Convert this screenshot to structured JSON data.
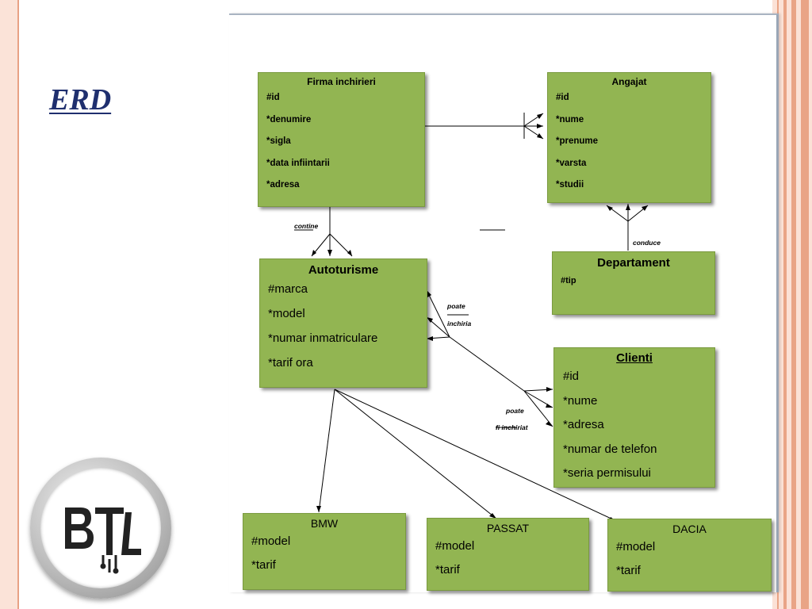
{
  "slide": {
    "title": "ERD"
  },
  "logo": {
    "text": "BTL"
  },
  "entities": {
    "firma": {
      "title": "Firma inchirieri",
      "attrs": [
        "#id",
        "*denumire",
        "*sigla",
        "*data infiintarii",
        "*adresa"
      ]
    },
    "angajat": {
      "title": "Angajat",
      "attrs": [
        "#id",
        "*nume",
        "*prenume",
        "*varsta",
        "*studii"
      ]
    },
    "autoturisme": {
      "title": "Autoturisme",
      "attrs": [
        "#marca",
        "*model",
        "*numar inmatriculare",
        "*tarif ora"
      ]
    },
    "departament": {
      "title": "Departament",
      "attrs": [
        "#tip"
      ]
    },
    "clienti": {
      "title": "Clienti",
      "attrs": [
        "#id",
        "*nume",
        "*adresa",
        "*numar de telefon",
        "*seria permisului"
      ]
    },
    "bmw": {
      "title": "BMW",
      "attrs": [
        "#model",
        "*tarif"
      ]
    },
    "passat": {
      "title": "PASSAT",
      "attrs": [
        "#model",
        "*tarif"
      ]
    },
    "dacia": {
      "title": "DACIA",
      "attrs": [
        "#model",
        "*tarif"
      ]
    }
  },
  "relationships": {
    "contine": "contine",
    "conduce": "conduce",
    "poate_inchiria_1": "poate",
    "poate_inchiria_2": "inchiria",
    "poate_fi_1": "poate",
    "poate_fi_2": "fi inchiriat"
  },
  "colors": {
    "entity_fill": "#92b552",
    "title_text": "#1f2f6e",
    "accent_stripe": "#e9a486"
  }
}
